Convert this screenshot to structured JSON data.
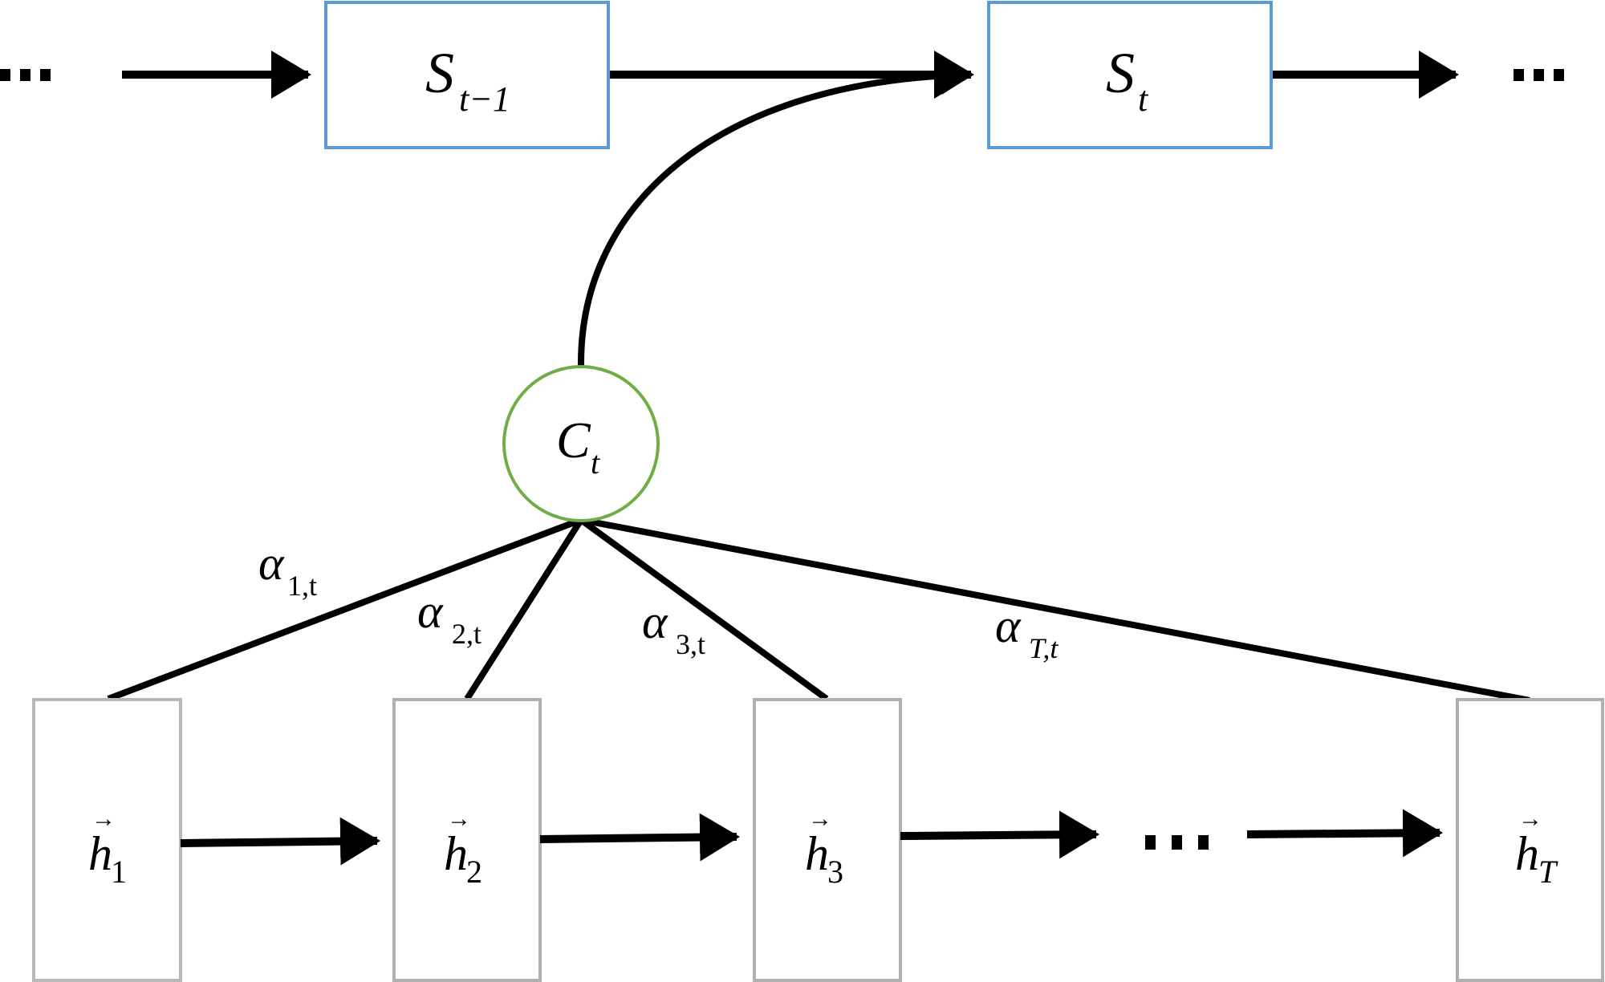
{
  "diagram": {
    "title": "",
    "decoder_states": [
      {
        "id": "s_prev",
        "symbol": "S",
        "subscript": "t−1"
      },
      {
        "id": "s_curr",
        "symbol": "S",
        "subscript": "t"
      }
    ],
    "context": {
      "symbol": "C",
      "subscript": "t"
    },
    "encoder_states": [
      {
        "id": "h1",
        "symbol": "h",
        "subscript": "1",
        "vector_arrow": "→"
      },
      {
        "id": "h2",
        "symbol": "h",
        "subscript": "2",
        "vector_arrow": "→"
      },
      {
        "id": "h3",
        "symbol": "h",
        "subscript": "3",
        "vector_arrow": "→"
      },
      {
        "id": "hT",
        "symbol": "h",
        "subscript": "T",
        "vector_arrow": "→"
      }
    ],
    "attention_weights": [
      {
        "symbol": "α",
        "subscript": "1,t"
      },
      {
        "symbol": "α",
        "subscript": "2,t"
      },
      {
        "symbol": "α",
        "subscript": "3,t"
      },
      {
        "symbol": "α",
        "subscript": "T,t"
      }
    ],
    "ellipsis": "…",
    "colors": {
      "decoder_box": "#5B9BD5",
      "context_circle": "#70AD47",
      "encoder_box": "#B0B0B0",
      "edges": "#000000"
    }
  }
}
